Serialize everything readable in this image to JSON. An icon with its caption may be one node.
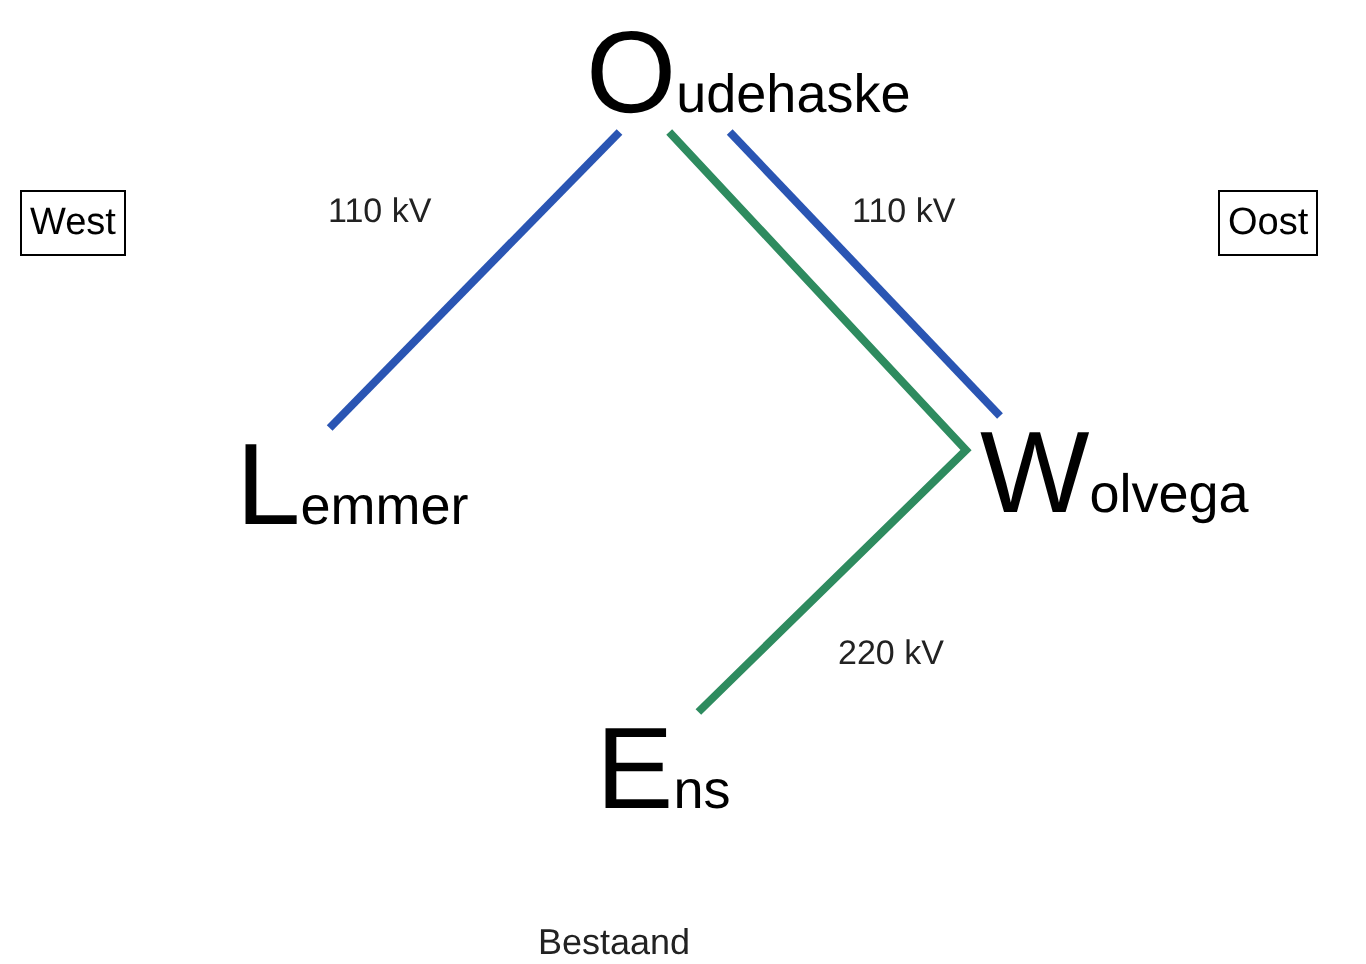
{
  "diagram": {
    "nodes": [
      {
        "text": [
          "Oudehaske"
        ]
      },
      {
        "text": [
          "West"
        ]
      },
      {
        "text": [
          "Oost"
        ]
      },
      {
        "text": [
          "Lemmer"
        ]
      },
      {
        "text": [
          "Wolvega"
        ]
      },
      {
        "text": [
          "Ens"
        ]
      }
    ],
    "edges": [
      {
        "from": 0,
        "to": 3,
        "arrow": "none",
        "label": "110 kV"
      },
      {
        "from": 0,
        "to": 4,
        "arrow": "none",
        "label": "110 kV"
      },
      {
        "from": 0,
        "to": 5,
        "arrow": "none",
        "label": "220 kV",
        "color": "#2e8b5f"
      }
    ],
    "labels": [
      "Bestaand"
    ]
  }
}
